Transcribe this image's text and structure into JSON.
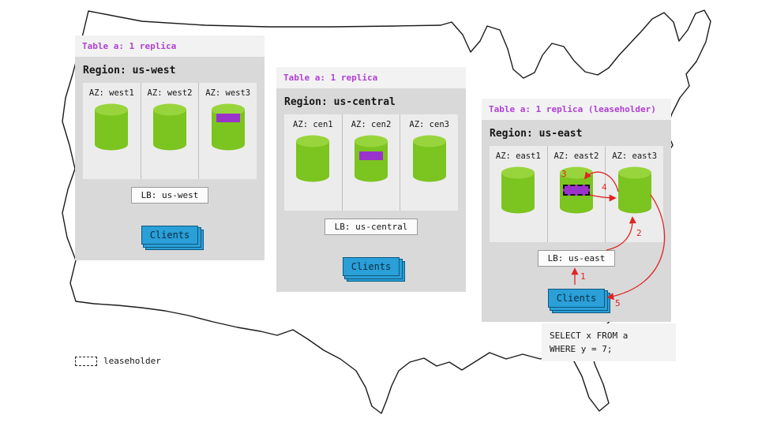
{
  "colors": {
    "panel-bg": "#d9d9d9",
    "strip-bg": "#f2f2f2",
    "az-bg": "#ececec",
    "cylinder-green": "#7cc41f",
    "cylinder-green-top": "#98d53c",
    "replica-purple": "#9933cc",
    "clients-blue": "#2a9fd8",
    "arrow-red": "#e02424",
    "table-label-purple": "#b03fd6"
  },
  "panels": [
    {
      "table_label": "Table a: 1 replica",
      "region_label": "Region: us-west",
      "azs": [
        {
          "label": "AZ: west1"
        },
        {
          "label": "AZ: west2"
        },
        {
          "label": "AZ: west3"
        }
      ],
      "lb_label": "LB: us-west",
      "clients_label": "Clients"
    },
    {
      "table_label": "Table a: 1 replica",
      "region_label": "Region: us-central",
      "azs": [
        {
          "label": "AZ: cen1"
        },
        {
          "label": "AZ: cen2"
        },
        {
          "label": "AZ: cen3"
        }
      ],
      "lb_label": "LB: us-central",
      "clients_label": "Clients"
    },
    {
      "table_label": "Table a: 1 replica (leaseholder)",
      "region_label": "Region: us-east",
      "azs": [
        {
          "label": "AZ: east1"
        },
        {
          "label": "AZ: east2"
        },
        {
          "label": "AZ: east3"
        }
      ],
      "lb_label": "LB: us-east",
      "clients_label": "Clients"
    }
  ],
  "flow_steps": [
    {
      "label": "1"
    },
    {
      "label": "2"
    },
    {
      "label": "3"
    },
    {
      "label": "4"
    },
    {
      "label": "5"
    }
  ],
  "query": {
    "line1": "SELECT x FROM a",
    "line2": "WHERE y = 7;"
  },
  "legend": {
    "label": "leaseholder"
  }
}
